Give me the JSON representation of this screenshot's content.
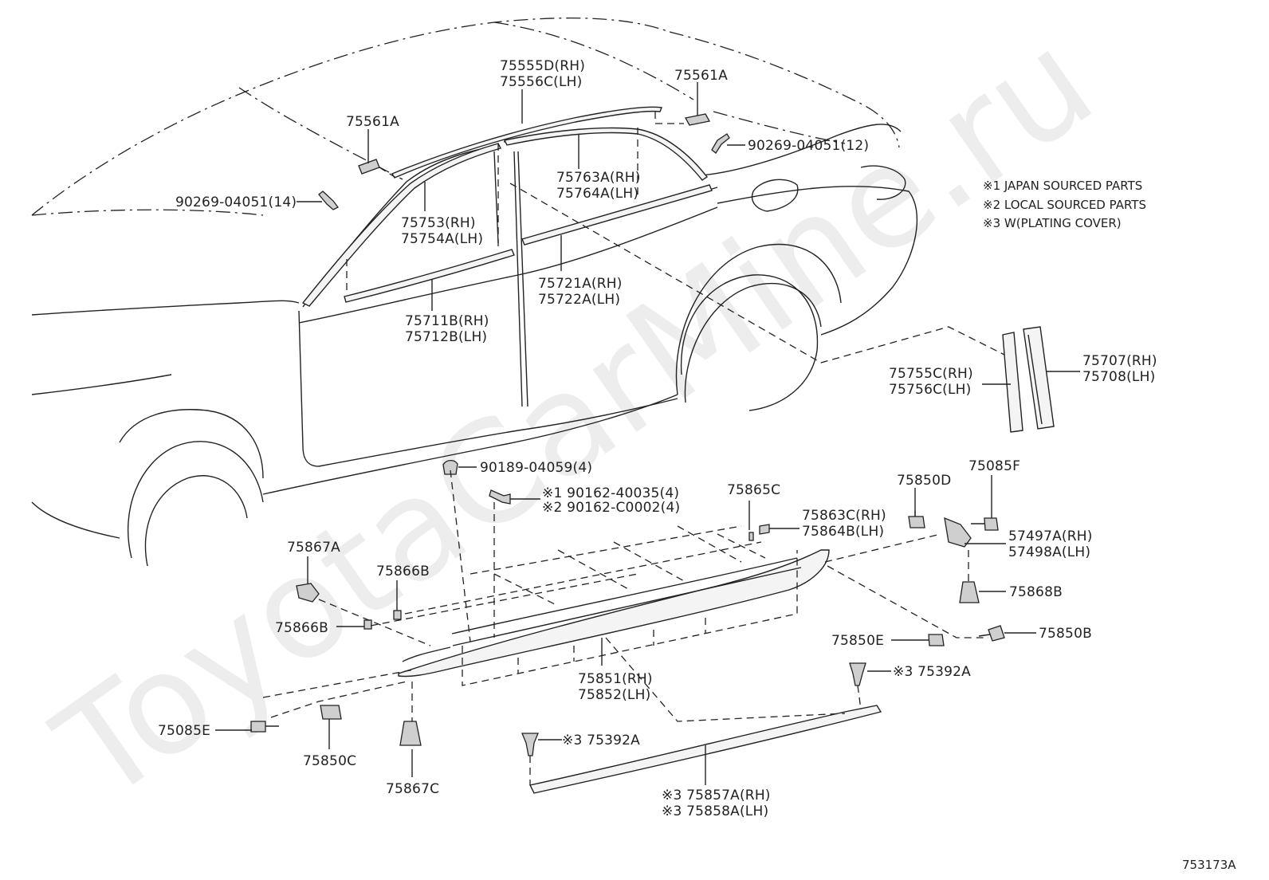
{
  "watermark": "ToyotaCarMine.ru",
  "figure_code": "753173A",
  "notes": [
    "※1 JAPAN SOURCED PARTS",
    "※2 LOCAL SOURCED PARTS",
    "※3 W(PLATING COVER)"
  ],
  "labels": {
    "p75555d_rh": "75555D(RH)",
    "p75556c_lh": "75556C(LH)",
    "p75561a_left": "75561A",
    "p75561a_right": "75561A",
    "p90269_14": "90269-04051(14)",
    "p90269_12": "90269-04051(12)",
    "p75763a_rh": "75763A(RH)",
    "p75764a_lh": "75764A(LH)",
    "p75753_rh": "75753(RH)",
    "p75754a_lh": "75754A(LH)",
    "p75721a_rh": "75721A(RH)",
    "p75722a_lh": "75722A(LH)",
    "p75711b_rh": "75711B(RH)",
    "p75712b_lh": "75712B(LH)",
    "p75755c_rh": "75755C(RH)",
    "p75756c_lh": "75756C(LH)",
    "p75707_rh": "75707(RH)",
    "p75708_lh": "75708(LH)",
    "p90189": "90189-04059(4)",
    "p90162_1": "※1 90162-40035(4)",
    "p90162_2": "※2 90162-C0002(4)",
    "p75865c": "75865C",
    "p75863c_rh": "75863C(RH)",
    "p75864b_lh": "75864B(LH)",
    "p75850d": "75850D",
    "p75085f": "75085F",
    "p57497a_rh": "57497A(RH)",
    "p57498a_lh": "57498A(LH)",
    "p75867a": "75867A",
    "p75866b_top": "75866B",
    "p75866b_left": "75866B",
    "p75868b": "75868B",
    "p75850e": "75850E",
    "p75850b": "75850B",
    "p75392a_right": "※3 75392A",
    "p75851_rh": "75851(RH)",
    "p75852_lh": "75852(LH)",
    "p75085e": "75085E",
    "p75850c": "75850C",
    "p75392a_left": "※3 75392A",
    "p75867c": "75867C",
    "p75857a_rh": "※3 75857A(RH)",
    "p75858a_lh": "※3 75858A(LH)"
  },
  "colors": {
    "line": "#222222",
    "watermark": "#dddddd",
    "background": "#ffffff"
  }
}
